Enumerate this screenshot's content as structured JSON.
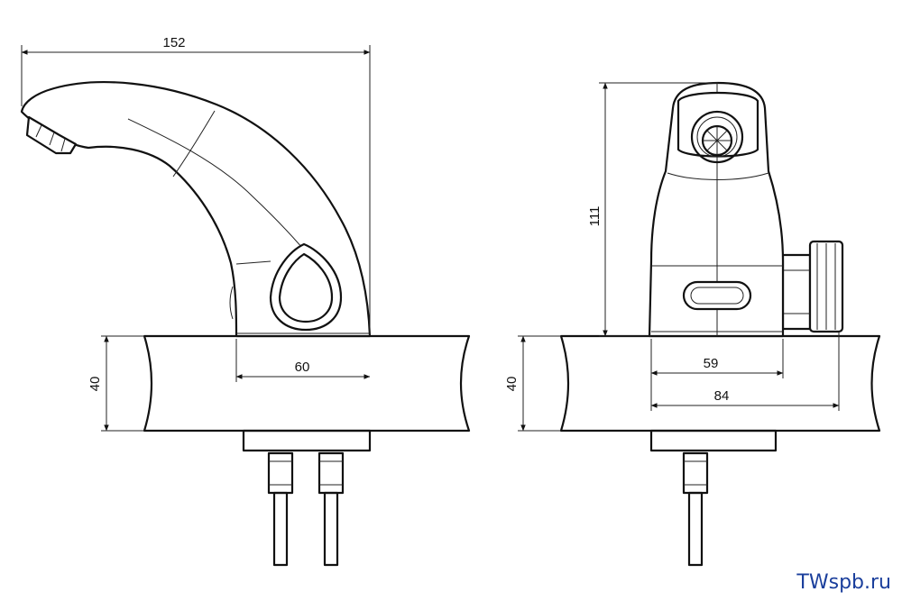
{
  "dimensions": {
    "side_width": "152",
    "side_base": "60",
    "side_counter": "40",
    "front_height": "111",
    "front_base": "59",
    "front_total": "84",
    "front_counter": "40"
  },
  "watermark": "TWspb.ru",
  "colors": {
    "line": "#111111",
    "watermark": "#1b3f9c"
  }
}
